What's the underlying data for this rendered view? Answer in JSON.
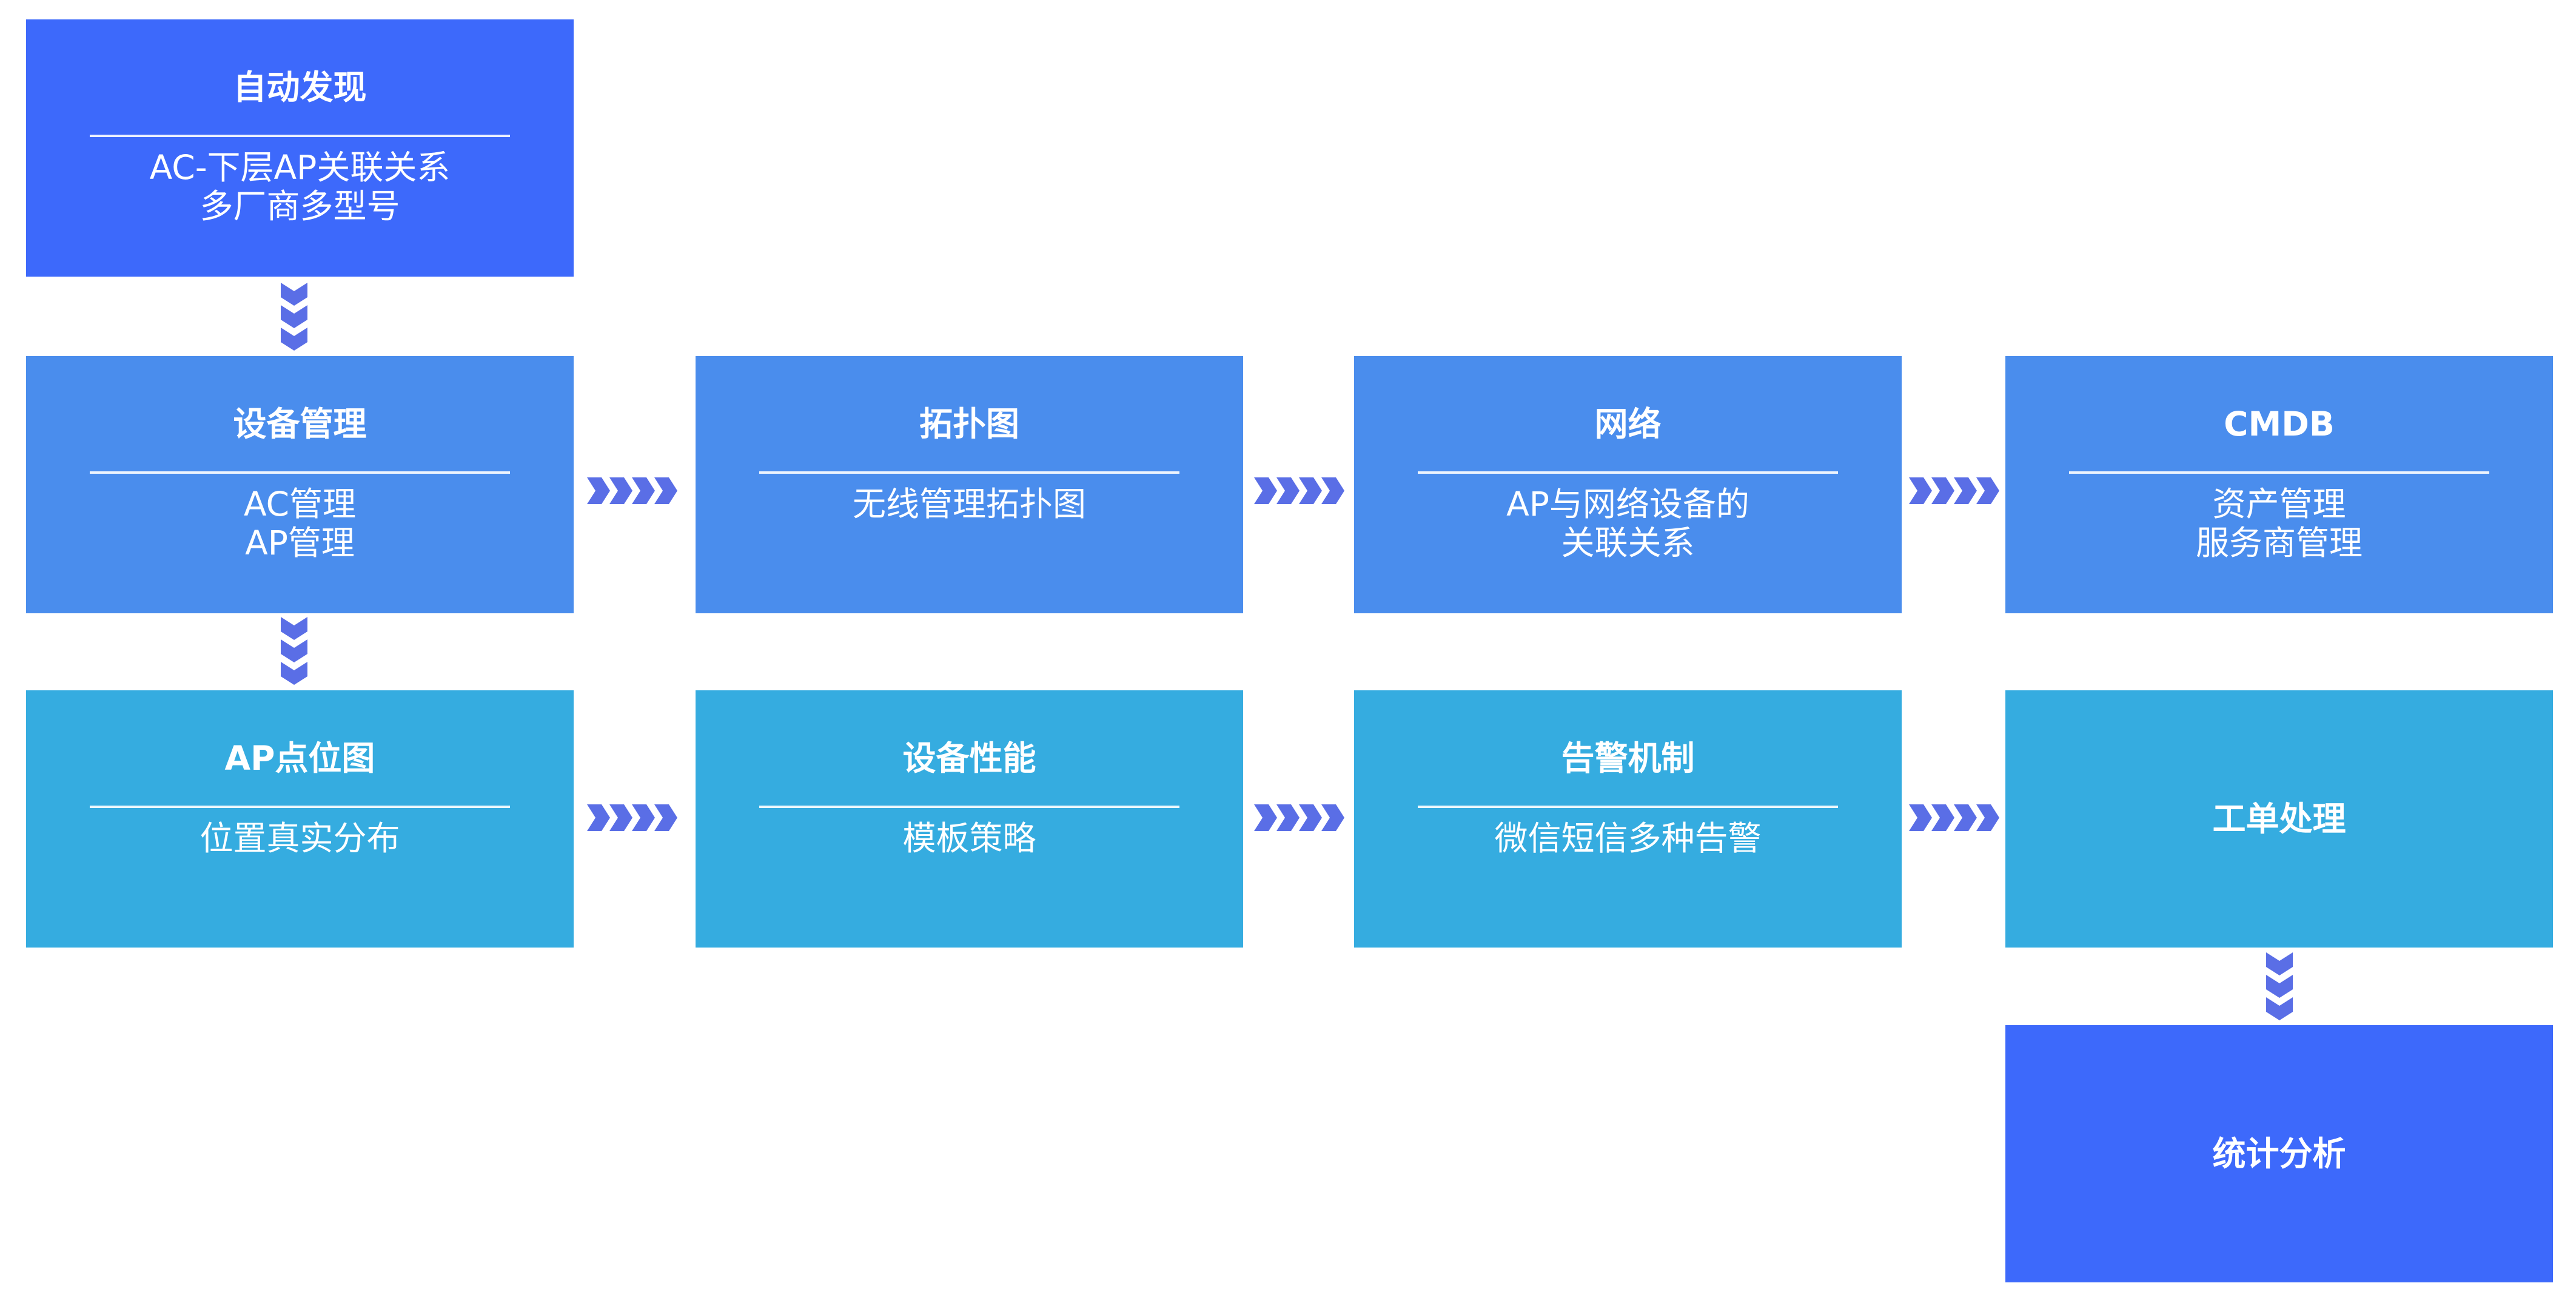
{
  "colors": {
    "dark_blue": "#3d69fb",
    "mid_blue": "#4a8ded",
    "cyan": "#35ace0",
    "arrow": "#5a6ee6"
  },
  "nodes": {
    "auto_discovery": {
      "title": "自动发现",
      "lines": [
        "AC-下层AP关联关系",
        "多厂商多型号"
      ]
    },
    "device_mgmt": {
      "title": "设备管理",
      "lines": [
        "AC管理",
        "AP管理"
      ]
    },
    "topology": {
      "title": "拓扑图",
      "lines": [
        "无线管理拓扑图"
      ]
    },
    "network": {
      "title": "网络",
      "lines": [
        "AP与网络设备的",
        "关联关系"
      ]
    },
    "cmdb": {
      "title": "CMDB",
      "lines": [
        "资产管理",
        "服务商管理"
      ]
    },
    "ap_map": {
      "title": "AP点位图",
      "lines": [
        "位置真实分布"
      ]
    },
    "device_perf": {
      "title": "设备性能",
      "lines": [
        "模板策略"
      ]
    },
    "alarm": {
      "title": "告警机制",
      "lines": [
        "微信短信多种告警"
      ]
    },
    "ticket": {
      "title": "工单处理"
    },
    "stats": {
      "title": "统计分析"
    }
  }
}
